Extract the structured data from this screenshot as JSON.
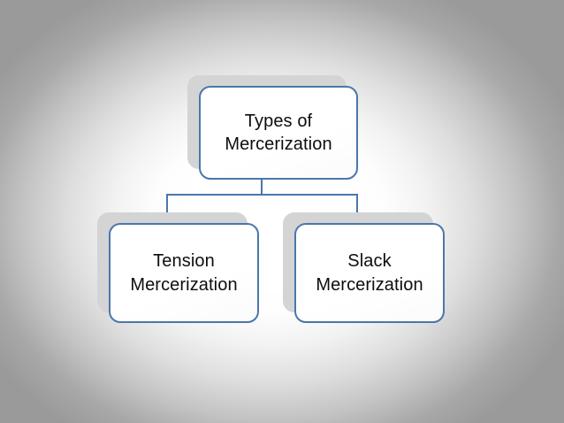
{
  "slide": {
    "background": {
      "type": "radial-gradient",
      "center_color": "#ffffff",
      "edge_color": "#9a9a9a"
    },
    "accent_color": "#4a77ab",
    "shadow_card_color": "#d4d4d4",
    "text_color": "#0d0d0d"
  },
  "diagram": {
    "type": "hierarchy",
    "root": {
      "id": "root",
      "label": "Types of\nMercerization"
    },
    "children": [
      {
        "id": "tension",
        "label": "Tension\nMercerization"
      },
      {
        "id": "slack",
        "label": "Slack\nMercerization"
      }
    ],
    "connectors": [
      {
        "id": "root-stem",
        "orientation": "vertical"
      },
      {
        "id": "bar",
        "orientation": "horizontal"
      },
      {
        "id": "drop-left",
        "orientation": "vertical"
      },
      {
        "id": "drop-right",
        "orientation": "vertical"
      }
    ]
  }
}
